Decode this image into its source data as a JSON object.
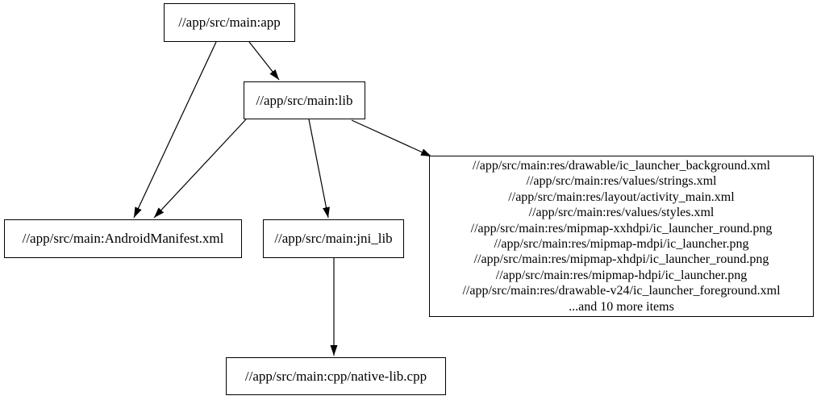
{
  "diagram": {
    "type": "dependency-graph",
    "background_color": "#ffffff",
    "node_border_color": "#000000",
    "text_color": "#000000",
    "edge_color": "#000000",
    "nodes": {
      "app": {
        "label": "//app/src/main:app"
      },
      "lib": {
        "label": "//app/src/main:lib"
      },
      "manifest": {
        "label": "//app/src/main:AndroidManifest.xml"
      },
      "jni_lib": {
        "label": "//app/src/main:jni_lib"
      },
      "native": {
        "label": "//app/src/main:cpp/native-lib.cpp"
      },
      "resources": {
        "lines": [
          "//app/src/main:res/drawable/ic_launcher_background.xml",
          "//app/src/main:res/values/strings.xml",
          "//app/src/main:res/layout/activity_main.xml",
          "//app/src/main:res/values/styles.xml",
          "//app/src/main:res/mipmap-xxhdpi/ic_launcher_round.png",
          "//app/src/main:res/mipmap-mdpi/ic_launcher.png",
          "//app/src/main:res/mipmap-xhdpi/ic_launcher_round.png",
          "//app/src/main:res/mipmap-hdpi/ic_launcher.png",
          "//app/src/main:res/drawable-v24/ic_launcher_foreground.xml",
          "...and 10 more items"
        ]
      }
    },
    "edges": [
      {
        "from": "app",
        "to": "lib"
      },
      {
        "from": "app",
        "to": "manifest"
      },
      {
        "from": "lib",
        "to": "manifest"
      },
      {
        "from": "lib",
        "to": "jni_lib"
      },
      {
        "from": "lib",
        "to": "resources"
      },
      {
        "from": "jni_lib",
        "to": "native"
      }
    ]
  }
}
